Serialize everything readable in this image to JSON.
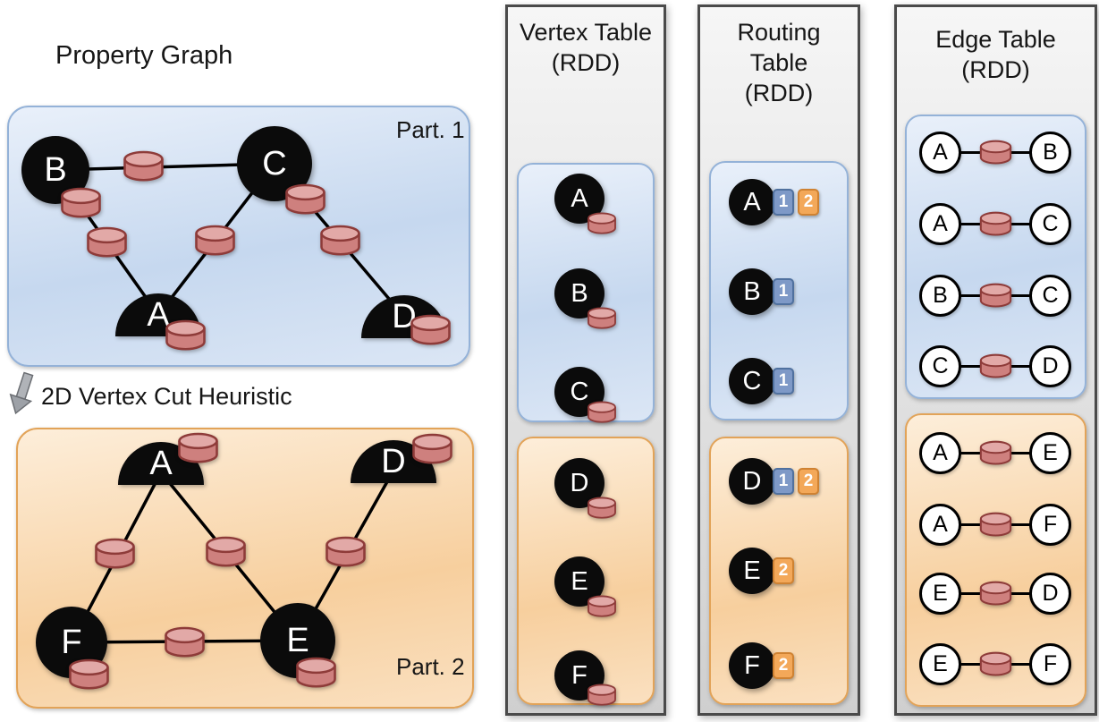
{
  "property_graph": {
    "title": "Property Graph",
    "cut_label": "2D Vertex Cut Heuristic",
    "part1": {
      "label": "Part. 1",
      "b": "B",
      "c": "C",
      "a": "A",
      "d": "D"
    },
    "part2": {
      "label": "Part. 2",
      "a": "A",
      "d": "D",
      "f": "F",
      "e": "E"
    }
  },
  "vertex_table": {
    "title": "Vertex Table",
    "subtitle": "(RDD)",
    "part1": [
      "A",
      "B",
      "C"
    ],
    "part2": [
      "D",
      "E",
      "F"
    ]
  },
  "routing_table": {
    "title": "Routing Table",
    "subtitle": "(RDD)",
    "part1": [
      {
        "id": "A",
        "badges": [
          "1",
          "2"
        ]
      },
      {
        "id": "B",
        "badges": [
          "1"
        ]
      },
      {
        "id": "C",
        "badges": [
          "1"
        ]
      }
    ],
    "part2": [
      {
        "id": "D",
        "badges": [
          "1",
          "2"
        ]
      },
      {
        "id": "E",
        "badges": [
          "2"
        ]
      },
      {
        "id": "F",
        "badges": [
          "2"
        ]
      }
    ]
  },
  "edge_table": {
    "title": "Edge Table",
    "subtitle": "(RDD)",
    "part1": [
      {
        "src": "A",
        "dst": "B"
      },
      {
        "src": "A",
        "dst": "C"
      },
      {
        "src": "B",
        "dst": "C"
      },
      {
        "src": "C",
        "dst": "D"
      }
    ],
    "part2": [
      {
        "src": "A",
        "dst": "E"
      },
      {
        "src": "A",
        "dst": "F"
      },
      {
        "src": "E",
        "dst": "D"
      },
      {
        "src": "E",
        "dst": "F"
      }
    ]
  },
  "icons": {
    "property_cylinder": "database-cylinder-icon",
    "cut_arrow": "down-arrow-icon"
  },
  "colors": {
    "partition1_fill": "#c6d8ef",
    "partition1_border": "#94b2d8",
    "partition2_fill": "#f7cf9e",
    "partition2_border": "#e2a358",
    "cylinder_fill": "#ce807e",
    "cylinder_border": "#8e3b39",
    "badge_blue": "#7e99c7",
    "badge_orange": "#f3a859",
    "panel_fill": "#e0e0e0",
    "vertex_fill": "#0b0b0b"
  }
}
